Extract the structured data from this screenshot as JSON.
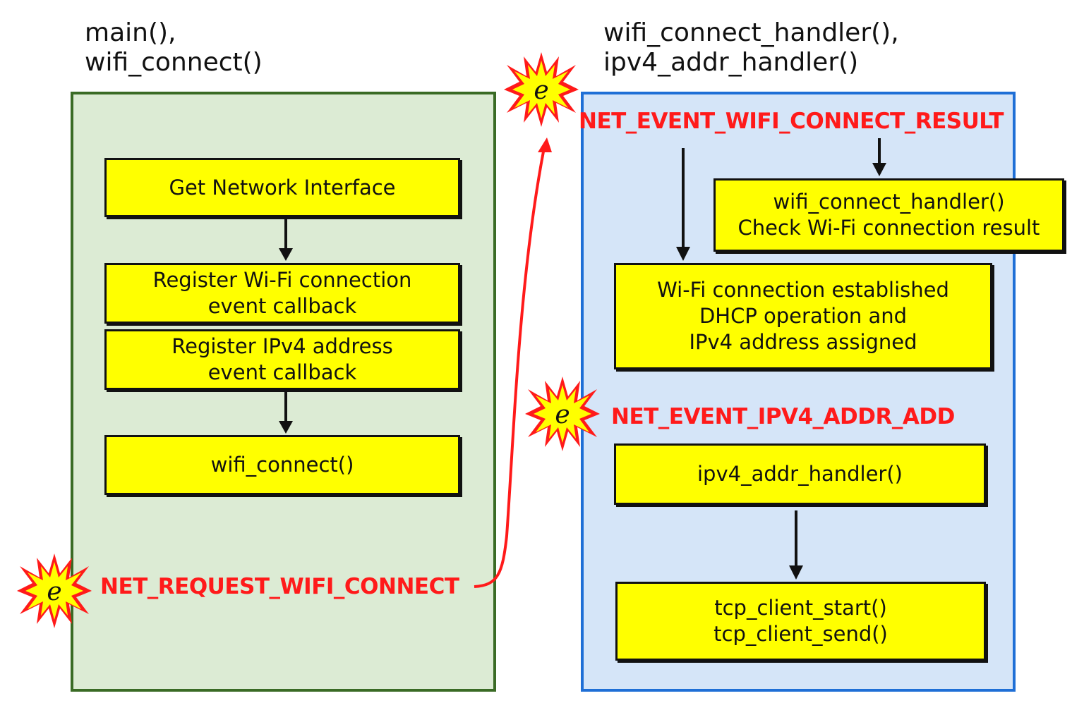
{
  "left_column": {
    "title_line1": "main(),",
    "title_line2": "wifi_connect()",
    "boxes": [
      {
        "lines": [
          "Get Network Interface"
        ]
      },
      {
        "lines": [
          "Register Wi-Fi connection",
          "event callback"
        ]
      },
      {
        "lines": [
          "Register IPv4 address",
          "event callback"
        ]
      },
      {
        "lines": [
          "wifi_connect()"
        ]
      }
    ],
    "event_label": "NET_REQUEST_WIFI_CONNECT"
  },
  "right_column": {
    "title_line1": "wifi_connect_handler(),",
    "title_line2": "ipv4_addr_handler()",
    "event_wifi_result": "NET_EVENT_WIFI_CONNECT_RESULT",
    "event_ipv4_add": "NET_EVENT_IPV4_ADDR_ADD",
    "boxes": [
      {
        "lines": [
          "wifi_connect_handler()",
          "Check Wi-Fi connection result"
        ]
      },
      {
        "lines": [
          "Wi-Fi connection established",
          "DHCP operation and",
          "IPv4 address assigned"
        ]
      },
      {
        "lines": [
          "ipv4_addr_handler()"
        ]
      },
      {
        "lines": [
          "tcp_client_start()",
          "tcp_client_send()"
        ]
      }
    ]
  },
  "event_marker_letter": "e",
  "colors": {
    "box_fill": "#ffff00",
    "event_text": "#ff1a1a",
    "left_panel": "#dcebd4",
    "right_panel": "#d5e5f8",
    "burst_outer": "#ff1a1a",
    "burst_inner": "#ffff00"
  }
}
